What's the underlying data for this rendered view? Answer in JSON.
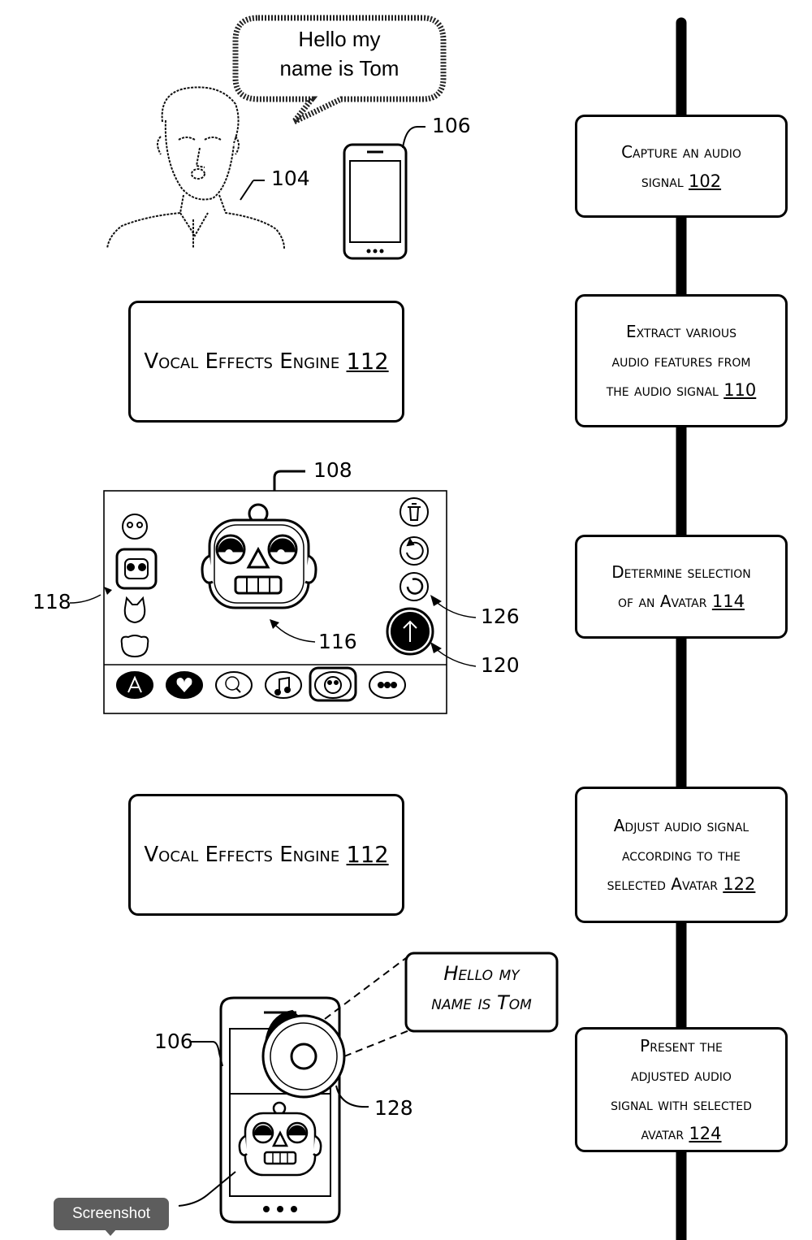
{
  "speech_bubble": {
    "line1": "Hello my",
    "line2": "name is Tom"
  },
  "labels": {
    "person": "104",
    "phone_top": "106",
    "app_screen": "108",
    "avatar_list": "118",
    "avatar_display": "116",
    "record_button": "120",
    "controls": "126",
    "phone_bottom": "106",
    "speaker": "128"
  },
  "steps": [
    {
      "lines": [
        "Capture an audio"
      ],
      "last_text": "signal ",
      "ref": "102"
    },
    {
      "lines": [
        "Extract various",
        "audio features from"
      ],
      "last_text": "the audio signal ",
      "ref": "110"
    },
    {
      "lines": [
        "Determine selection"
      ],
      "last_text": "of an Avatar ",
      "ref": "114"
    },
    {
      "lines": [
        "Adjust audio signal",
        "according to the"
      ],
      "last_text": "selected Avatar ",
      "ref": "122"
    },
    {
      "lines": [
        "Present the",
        "adjusted audio",
        "signal with selected"
      ],
      "last_text": "avatar ",
      "ref": "124"
    }
  ],
  "engines": [
    {
      "text": "Vocal Effects Engine ",
      "ref": "112"
    },
    {
      "text": "Vocal Effects Engine ",
      "ref": "112"
    }
  ],
  "output_bubble": {
    "line1": "Hello my",
    "line2": "name is Tom"
  },
  "tooltip": "Screenshot",
  "icons": {
    "trash": "trash-icon",
    "refresh": "refresh-icon",
    "replay": "replay-icon",
    "send": "arrow-up-icon",
    "more": "ellipsis-icon"
  }
}
